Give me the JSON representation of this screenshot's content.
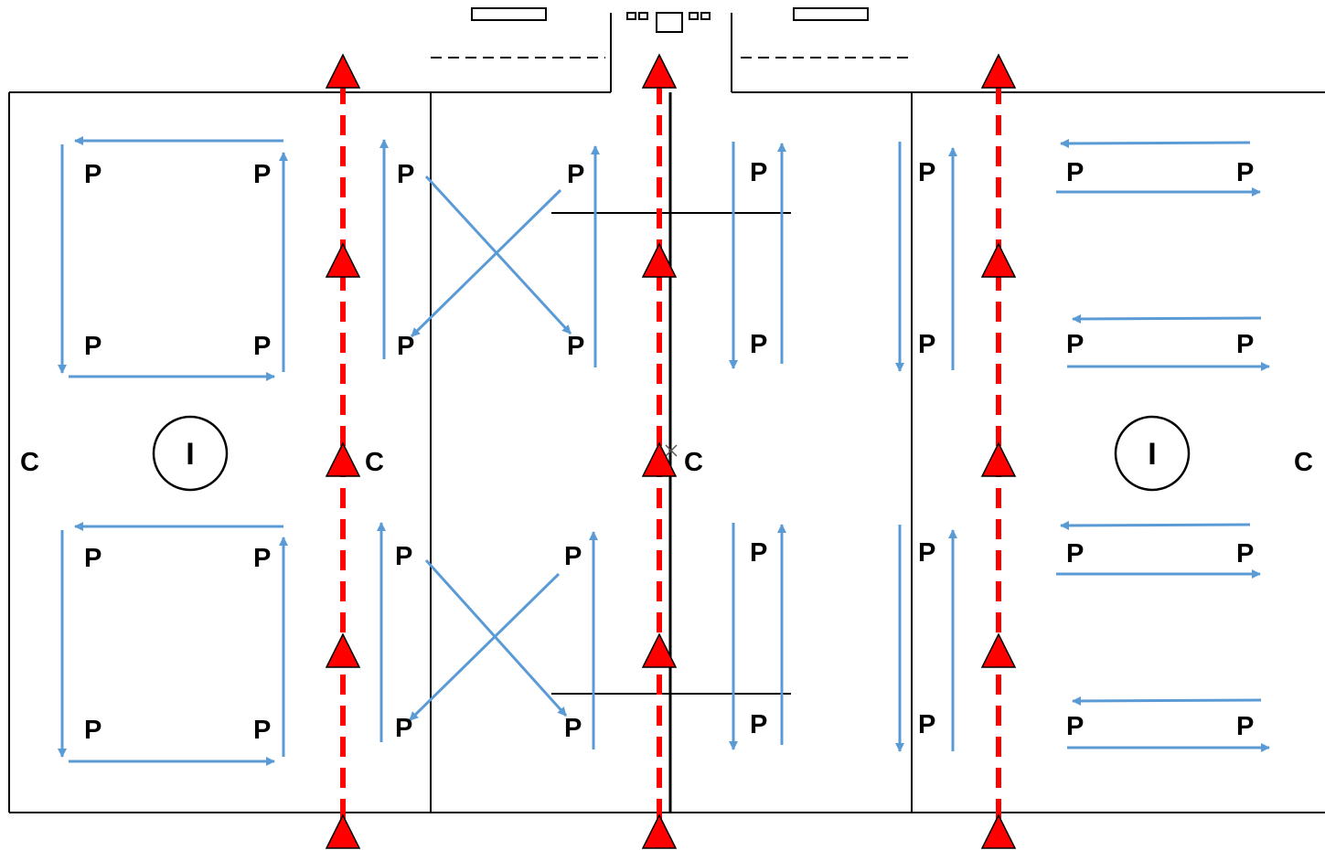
{
  "labels": {
    "player": "P",
    "cone": "C",
    "instructor": "I"
  },
  "colors": {
    "court_line": "#000000",
    "movement_arrow": "#5b9bd5",
    "dribble_line": "#ff0000",
    "cone_fill": "#ff0000",
    "background": "#ffffff"
  },
  "icons": {
    "player": "P-letter",
    "cone": "red-triangle-icon",
    "instructor": "circled-I-icon",
    "net_post": "rectangle-icon"
  }
}
